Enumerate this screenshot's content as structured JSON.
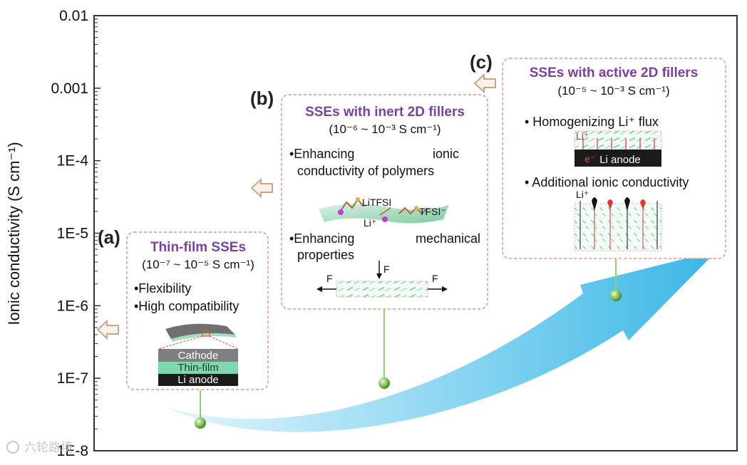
{
  "axis": {
    "ylabel": "Ionic conductivity (S cm⁻¹)",
    "yticks": [
      "0.01",
      "0.001",
      "1E-4",
      "1E-5",
      "1E-6",
      "1E-7",
      "1E-8"
    ]
  },
  "panel_a": {
    "letter": "(a)",
    "title": "Thin-film SSEs",
    "range": "(10⁻⁷ ~ 10⁻⁵ S cm⁻¹)",
    "bullets": [
      "•Flexibility",
      "•High compatibility"
    ],
    "layers": [
      "Cathode",
      "Thin-film",
      "Li anode"
    ],
    "colors": {
      "cathode": "#7f7f7f",
      "thinfilm": "#7fd6b3",
      "anode": "#1b1b1b"
    }
  },
  "panel_b": {
    "letter": "(b)",
    "title": "SSEs with inert 2D fillers",
    "range": "(10⁻⁶ ~ 10⁻³ S cm⁻¹)",
    "bullet1": [
      "•Enhancing",
      "ionic",
      "conductivity of polymers"
    ],
    "bullet2": [
      "•Enhancing",
      "mechanical",
      "properties"
    ],
    "mol_labels": [
      "LiTFSI",
      "TFSI⁻",
      "Li⁺"
    ],
    "force_label": "F"
  },
  "panel_c": {
    "letter": "(c)",
    "title": "SSEs with active 2D fillers",
    "range": "(10⁻⁵ ~ 10⁻³ S cm⁻¹)",
    "bullet1": "• Homogenizing Li⁺ flux",
    "bullet2": "• Additional ionic conductivity",
    "li_label": "Li⁺",
    "electron_label": "e⁻",
    "anode_label": "Li anode"
  },
  "watermark": "六轮路境",
  "colors": {
    "arrow": "#55c6ea",
    "box_border": "#ee8f80",
    "title": "#7b3fa0",
    "hollow_arrow": "#c9a58a",
    "ball": "#7bbf5a"
  }
}
